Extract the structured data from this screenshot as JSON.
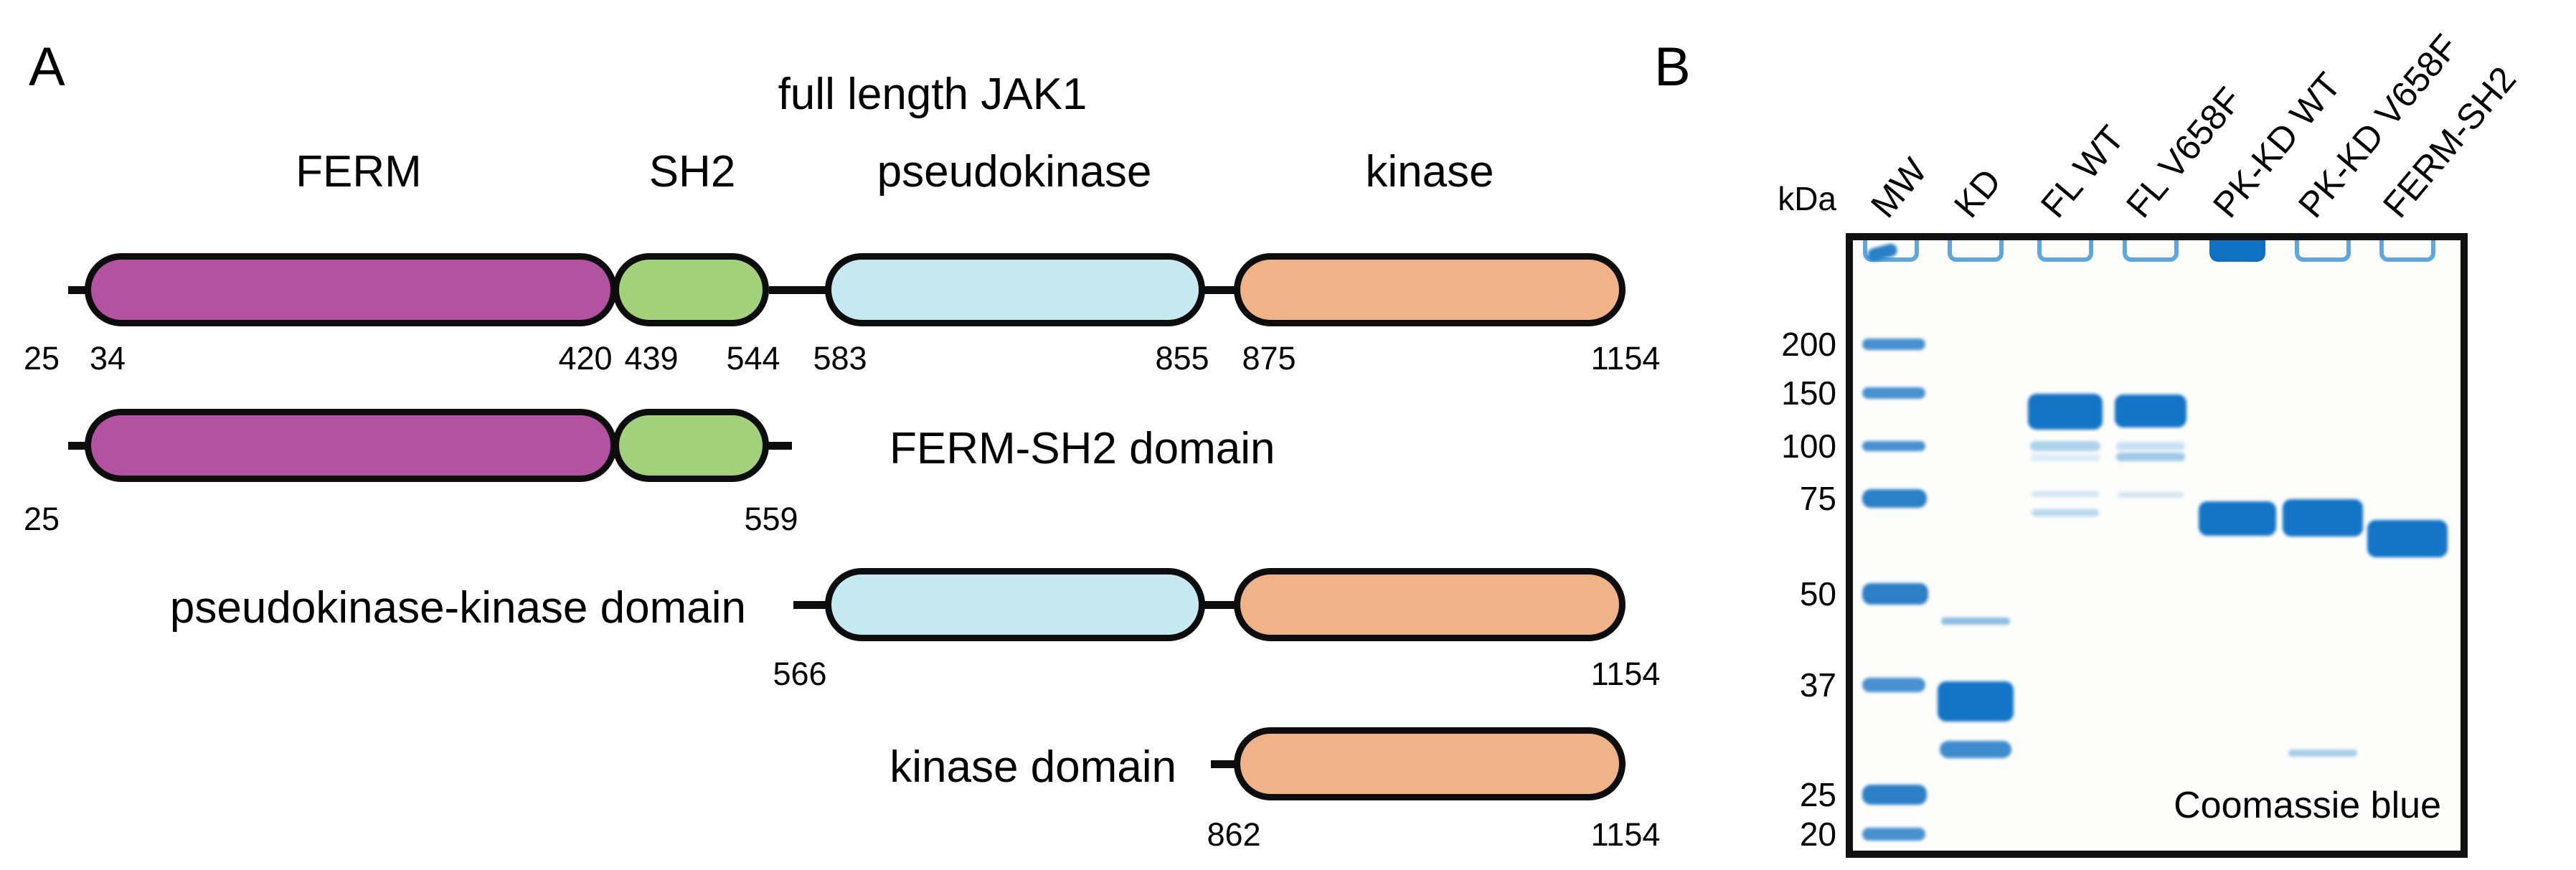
{
  "figure": {
    "panel_a": {
      "panel_letter": "A",
      "title": "full length JAK1",
      "domain_labels": {
        "ferm": "FERM",
        "sh2": "SH2",
        "pseudokinase": "pseudokinase",
        "kinase": "kinase"
      },
      "domain_colors": {
        "ferm": "#b452a2",
        "sh2": "#a3d07a",
        "pseudokinase": "#c6e9f1",
        "kinase": "#f0b287",
        "outline": "#0d0d0d"
      },
      "rows": [
        {
          "name": "full length JAK1",
          "numbers": [
            "25",
            "34",
            "420",
            "439",
            "544",
            "583",
            "855",
            "875",
            "1154"
          ]
        },
        {
          "name": "FERM-SH2 domain",
          "label": "FERM-SH2 domain",
          "numbers": [
            "25",
            "559"
          ]
        },
        {
          "name": "pseudokinase-kinase domain",
          "label": "pseudokinase-kinase domain",
          "numbers": [
            "566",
            "1154"
          ]
        },
        {
          "name": "kinase domain",
          "label": "kinase domain",
          "numbers": [
            "862",
            "1154"
          ]
        }
      ]
    },
    "panel_b": {
      "panel_letter": "B",
      "units_label": "kDa",
      "lane_labels": [
        "MW",
        "KD",
        "FL WT",
        "FL V658F",
        "PK-KD WT",
        "PK-KD V658F",
        "FERM-SH2"
      ],
      "marker_labels": [
        "200",
        "150",
        "100",
        "75",
        "50",
        "37",
        "25",
        "20"
      ],
      "stain_label": "Coomassie blue",
      "band_color": "#1474c6"
    }
  }
}
